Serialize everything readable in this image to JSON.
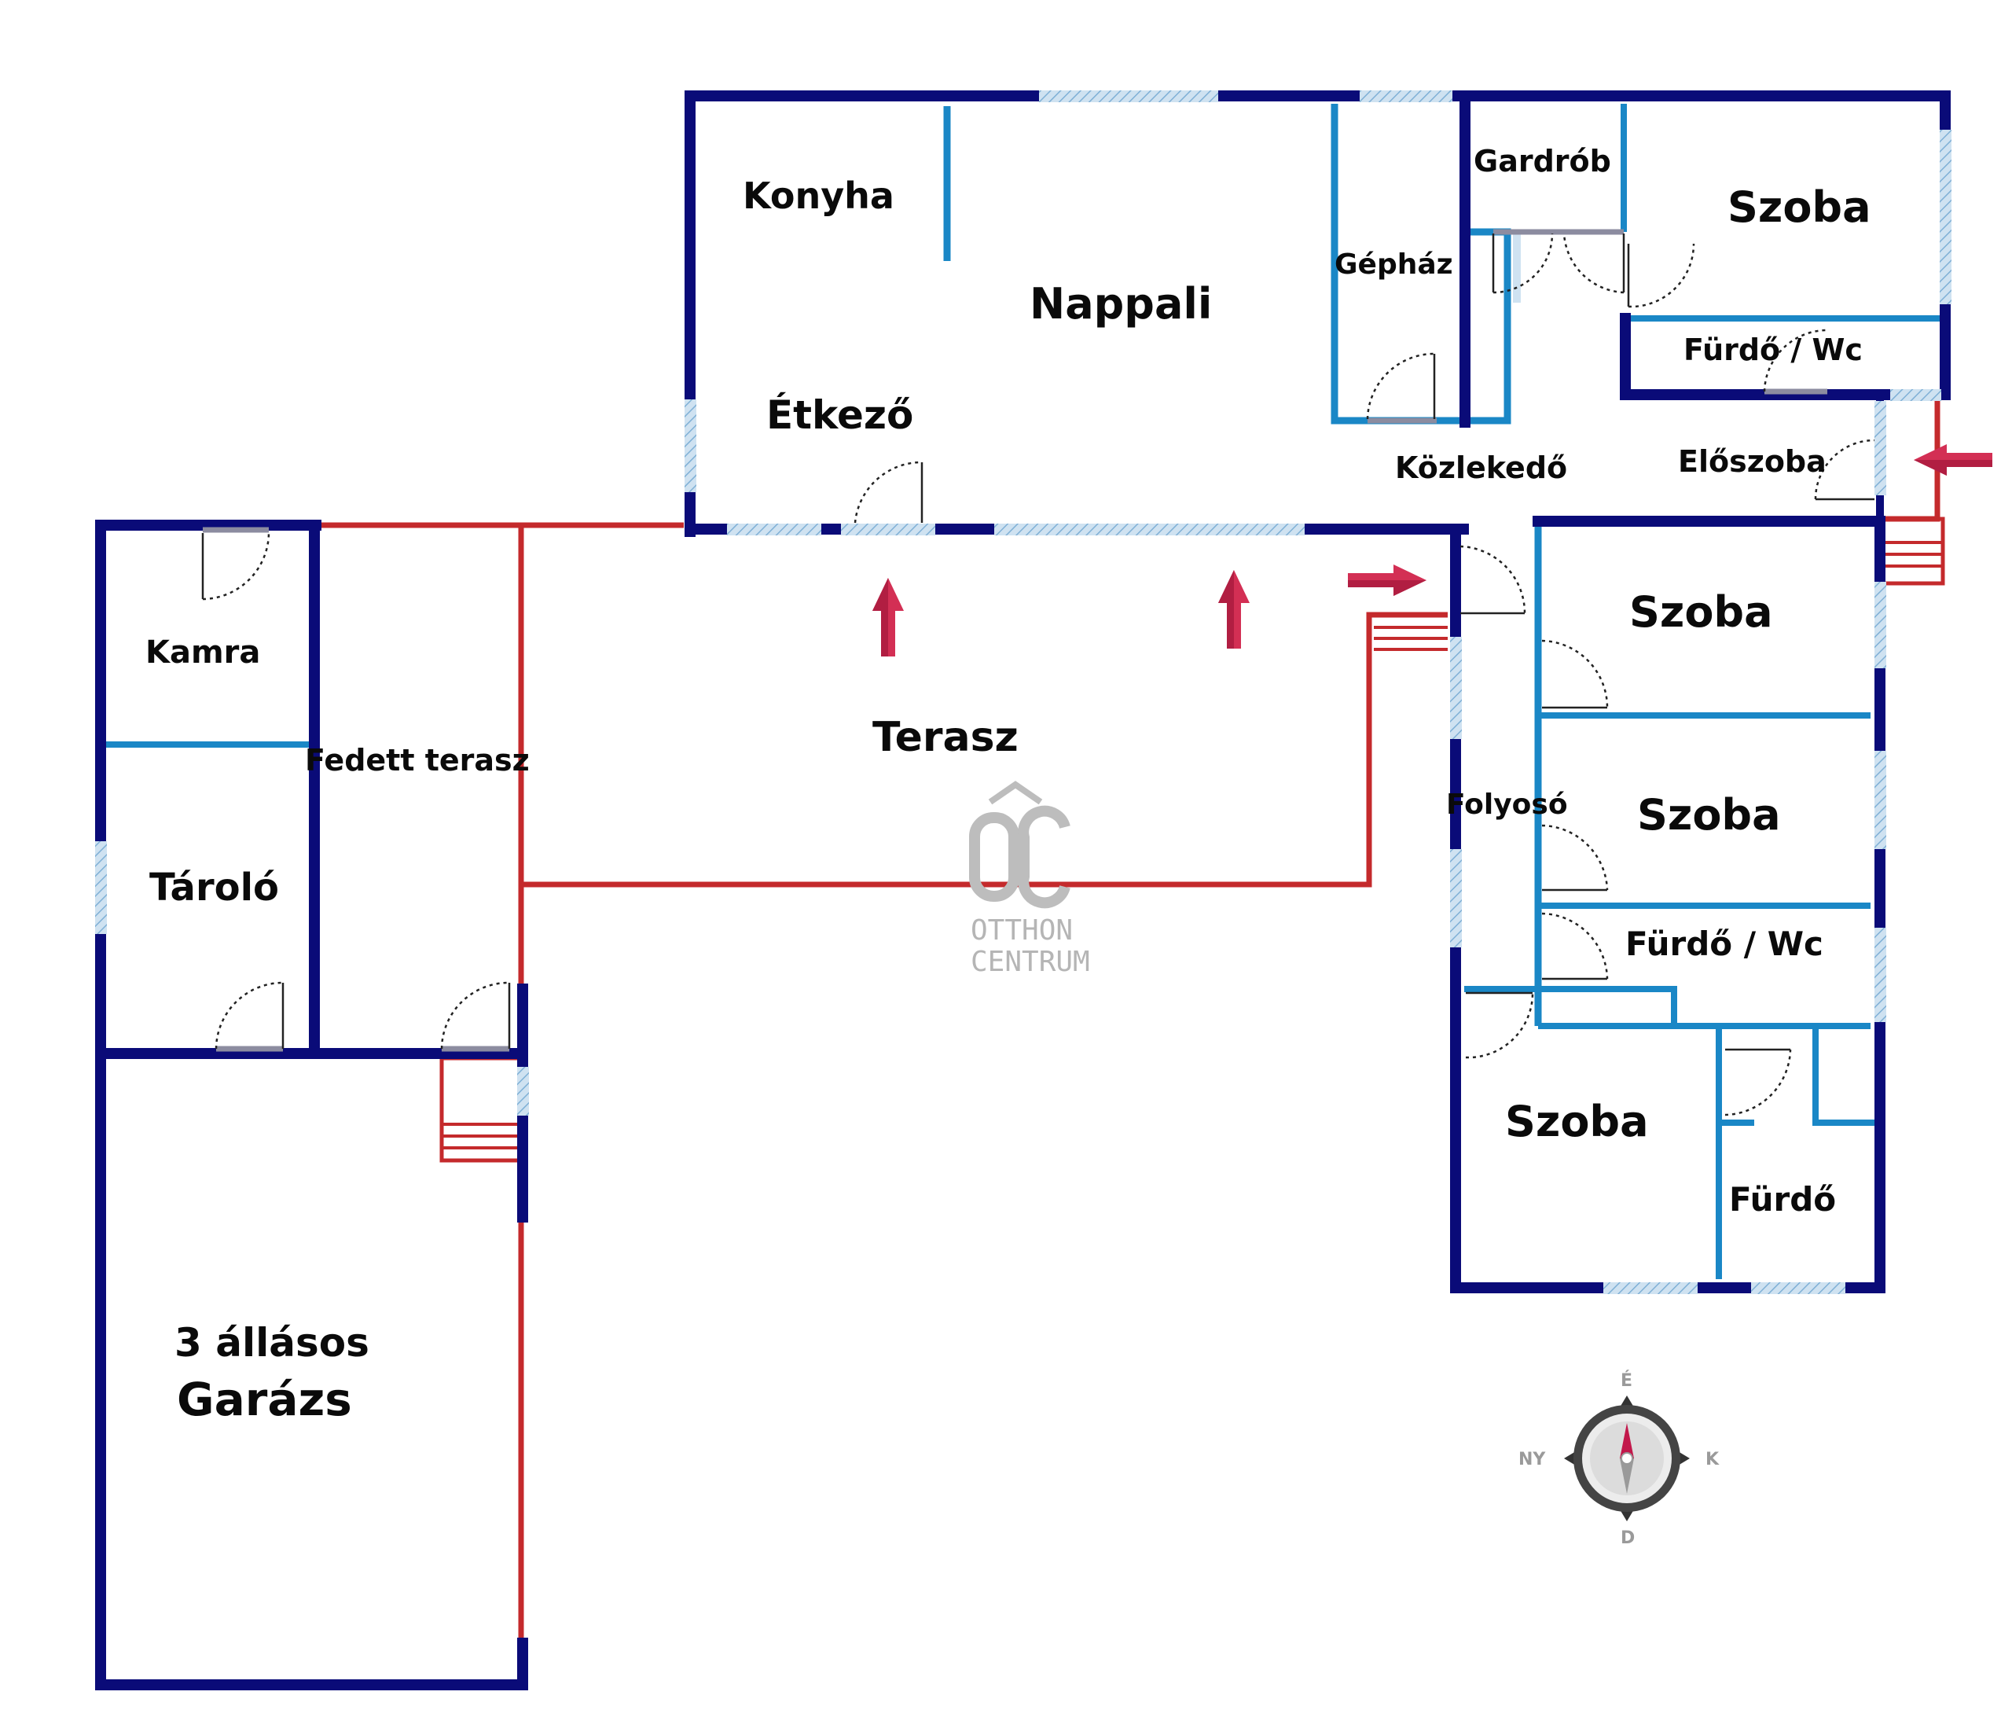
{
  "rooms": {
    "konyha": "Konyha",
    "nappali": "Nappali",
    "etkezo": "Étkező",
    "gephaz": "Gépház",
    "gardrob": "Gardrób",
    "szoba_top": "Szoba",
    "furdo_wc_top": "Fürdő / Wc",
    "kozlekedo": "Közlekedő",
    "eloszoba": "Előszoba",
    "kamra": "Kamra",
    "fedett_terasz": "Fedett terasz",
    "terasz": "Terasz",
    "tarolo": "Tároló",
    "folyoso": "Folyosó",
    "szoba_mid1": "Szoba",
    "szoba_mid2": "Szoba",
    "furdo_wc_mid": "Fürdő / Wc",
    "szoba_bottom": "Szoba",
    "furdo": "Fürdő",
    "garazs_line1": "3 állásos",
    "garazs_line2": "Garázs"
  },
  "watermark": {
    "line1": "OTTHON",
    "line2": "CENTRUM"
  },
  "compass": {
    "north": "É",
    "east": "K",
    "south": "D",
    "west": "NY"
  },
  "colors": {
    "outer_wall": "#0a0b78",
    "inner_wall": "#1a87c6",
    "terrace_outline": "#c42a2c",
    "entrance_arrow": "#d32f54",
    "window": "#b7d3ea"
  }
}
